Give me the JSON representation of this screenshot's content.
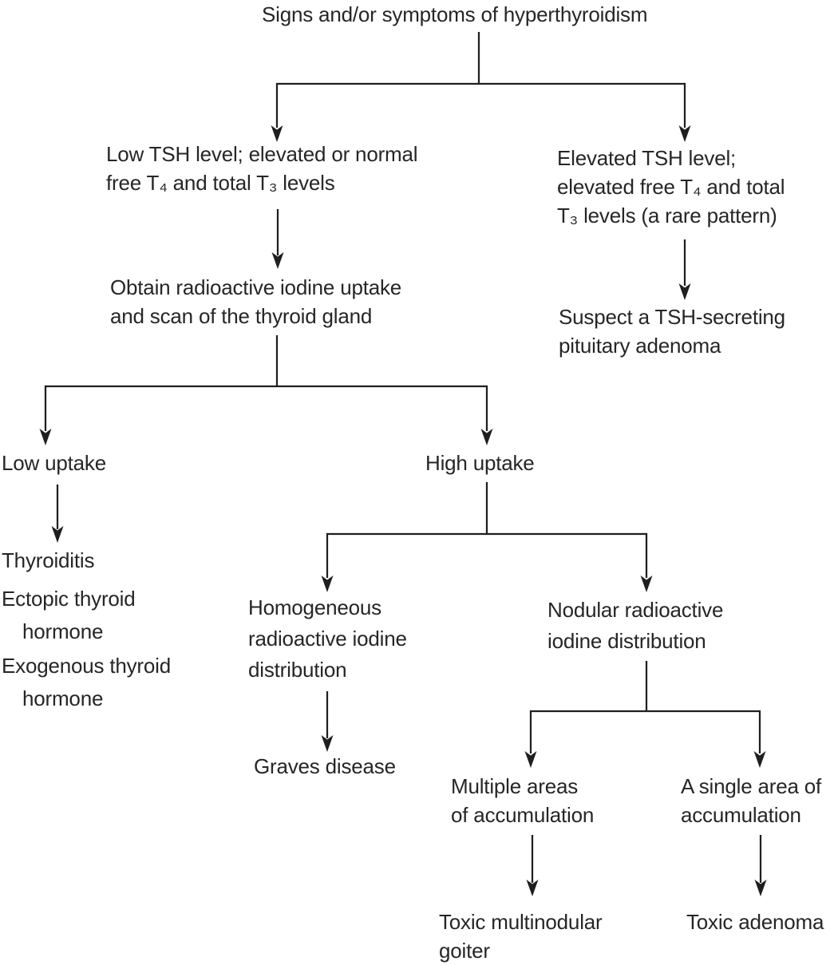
{
  "title": "Signs and/or symptoms of hyperthyroidism",
  "nodes": {
    "low_tsh": {
      "line1": "Low TSH level; elevated or normal",
      "line2": "free T₄ and total T₃ levels"
    },
    "elevated_tsh": {
      "line1": "Elevated TSH level;",
      "line2": "elevated free T₄ and total",
      "line3": "T₃ levels (a rare pattern)"
    },
    "obtain_raiu": {
      "line1": "Obtain radioactive iodine uptake",
      "line2": "and scan of the thyroid gland"
    },
    "suspect_adenoma": {
      "line1": "Suspect a TSH-secreting",
      "line2": "pituitary adenoma"
    },
    "low_uptake": "Low uptake",
    "high_uptake": "High uptake",
    "thyroiditis": "Thyroiditis",
    "ectopic": {
      "line1": "Ectopic thyroid",
      "line2": "hormone"
    },
    "exogenous": {
      "line1": "Exogenous thyroid",
      "line2": "hormone"
    },
    "homogeneous": {
      "line1": "Homogeneous",
      "line2": "radioactive iodine",
      "line3": "distribution"
    },
    "nodular": {
      "line1": "Nodular radioactive",
      "line2": "iodine distribution"
    },
    "graves": "Graves disease",
    "multiple_areas": {
      "line1": "Multiple areas",
      "line2": "of accumulation"
    },
    "single_area": {
      "line1": "A single area of",
      "line2": "accumulation"
    },
    "toxic_multinodular": {
      "line1": "Toxic multinodular",
      "line2": "goiter"
    },
    "toxic_adenoma": "Toxic adenoma"
  },
  "colors": {
    "text": "#262626",
    "line": "#1f1f1f",
    "background": "#ffffff"
  }
}
